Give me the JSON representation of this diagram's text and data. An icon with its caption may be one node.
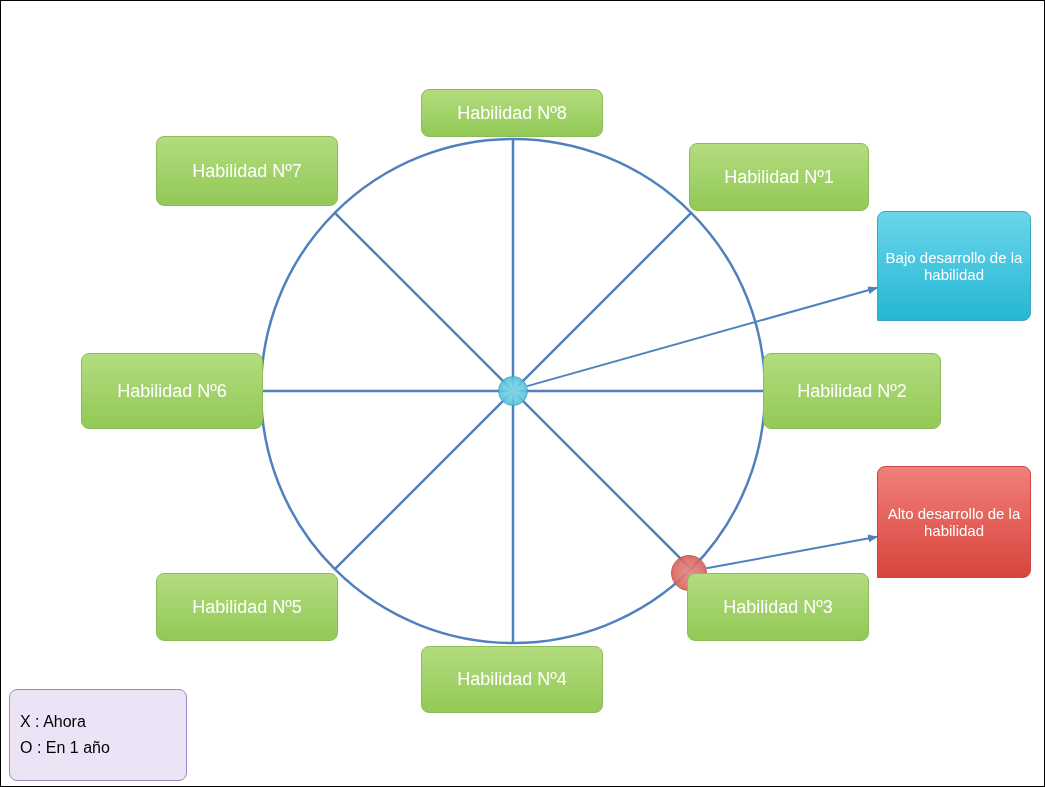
{
  "diagram": {
    "nodes": [
      {
        "text": [
          "Habilidad Nº8"
        ]
      },
      {
        "text": [
          "Habilidad Nº7"
        ]
      },
      {
        "text": [
          "Habilidad Nº1"
        ]
      },
      {
        "text": [
          "Bajo desarrollo de la habilidad"
        ]
      },
      {
        "text": [
          "Habilidad Nº6"
        ]
      },
      {
        "text": [],
        "shape": "circle"
      },
      {
        "text": [
          "Habilidad Nº2"
        ]
      },
      {
        "text": [
          "Alto desarrollo de la habilidad"
        ]
      },
      {
        "text": [],
        "shape": "circle"
      },
      {
        "text": [
          "Habilidad Nº5"
        ]
      },
      {
        "text": [
          "Habilidad Nº3"
        ]
      },
      {
        "text": [
          "Habilidad Nº4"
        ]
      },
      {
        "text": [
          "X : Ahora",
          "O : En 1 año"
        ]
      }
    ],
    "edges": [
      {
        "from": 5,
        "to": 3,
        "arrow": "to"
      },
      {
        "from": 8,
        "to": 7,
        "arrow": "to"
      }
    ]
  }
}
